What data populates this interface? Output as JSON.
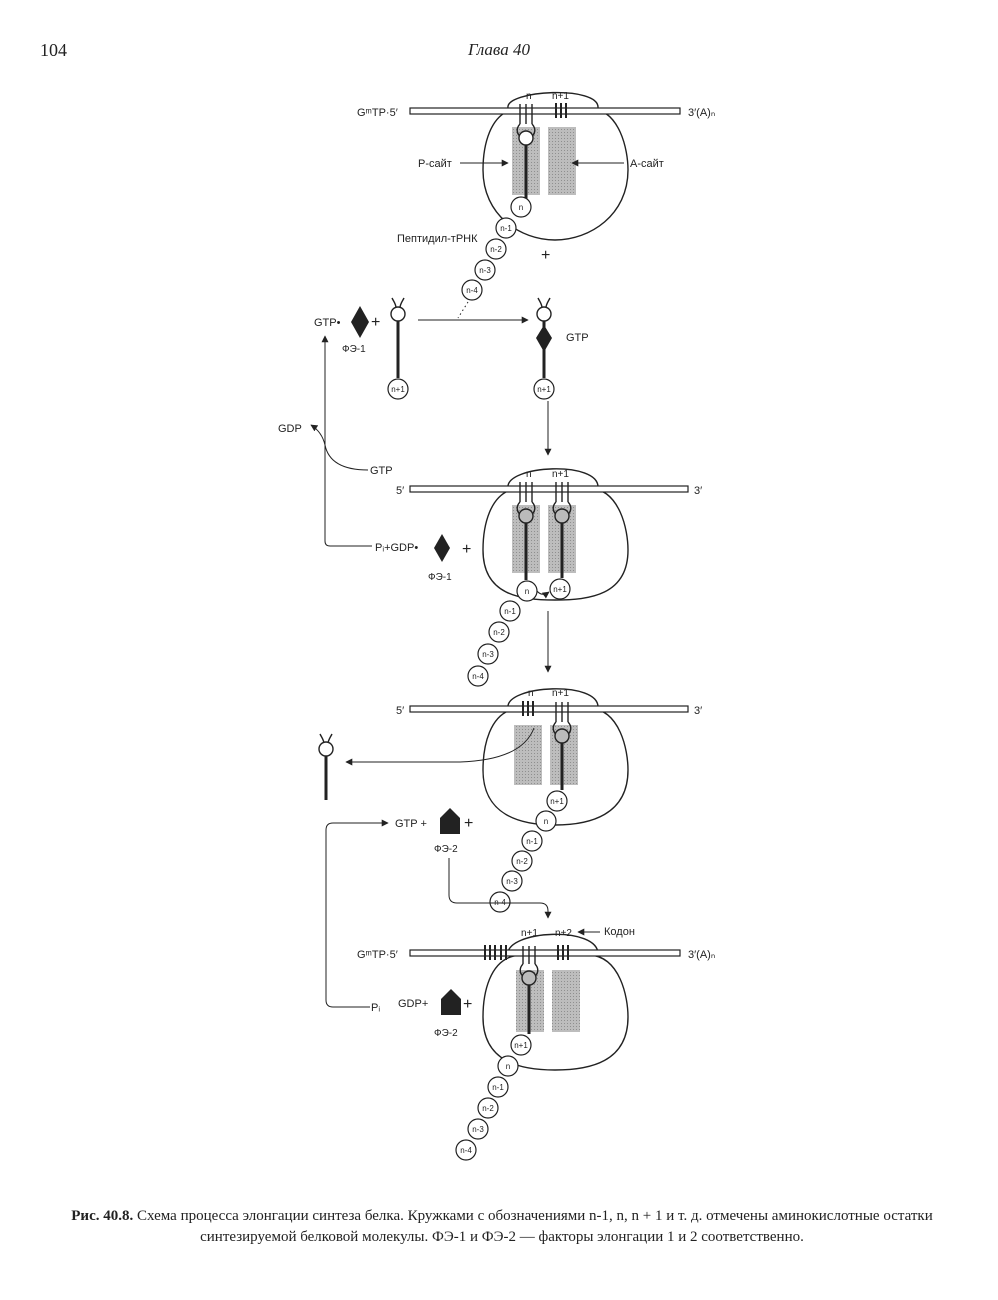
{
  "header": {
    "page_number": "104",
    "chapter": "Глава 40"
  },
  "figure": {
    "label_cap5": "GᵐTP·5′",
    "label_3A": "3′(A)ₙ",
    "label_5": "5′",
    "label_3": "3′",
    "label_p_site": "P-сайт",
    "label_a_site": "A-сайт",
    "label_peptidyl": "Пептидил-тРНК",
    "label_gtp": "GTP",
    "label_gdp": "GDP",
    "label_gdp_plus": "GDP+",
    "label_pi": "Pᵢ",
    "label_pi_gdp": "Pᵢ+GDP•",
    "label_gtp_dot": "GTP•",
    "label_gtp_plus": "GTP +",
    "label_fe1": "ФЭ-1",
    "label_fe2": "ФЭ-2",
    "label_codon": "Кодон",
    "label_plus": "+",
    "label_n": "n",
    "label_n1": "n+1",
    "label_n2": "n+2",
    "res_n": "n",
    "res_nm1": "n-1",
    "res_nm2": "n-2",
    "res_nm3": "n-3",
    "res_nm4": "n-4",
    "res_np1": "n+1"
  },
  "caption": {
    "label": "Рис. 40.8.",
    "text": "Схема процесса элонгации синтеза белка. Кружками с обозначениями n-1, n, n + 1 и т. д. отмечены аминокислотные остатки синтезируемой белковой молекулы. ФЭ-1 и ФЭ-2 — факторы элонгации 1 и 2 соответственно."
  }
}
